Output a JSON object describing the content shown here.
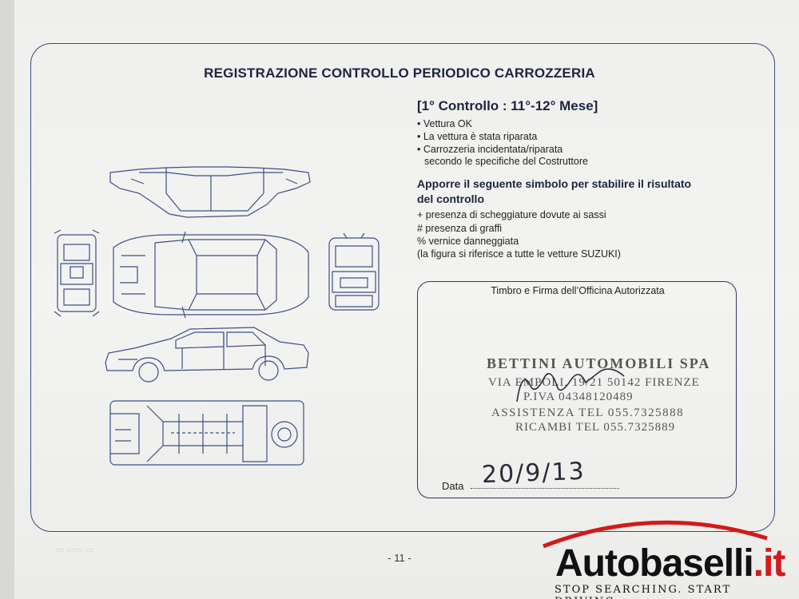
{
  "document": {
    "title": "REGISTRAZIONE CONTROLLO PERIODICO CARROZZERIA",
    "control_heading": "[1° Controllo : 11°-12° Mese]",
    "outcomes": [
      "• Vettura OK",
      "• La vettura è stata riparata",
      "• Carrozzeria incidentata/riparata",
      "secondo le specifiche del Costruttore"
    ],
    "symbols_heading_1": "Apporre il seguente simbolo per stabilire il risultato",
    "symbols_heading_2": "del controllo",
    "symbols": [
      "+ presenza di scheggiature dovute ai sassi",
      "# presenza di graffi",
      "% vernice danneggiata",
      "(la figura si riferisce a tutte le vetture SUZUKI)"
    ],
    "stamp_box": {
      "title": "Timbro e Firma dell’Officina Autorizzata",
      "stamp_lines": [
        "BETTINI AUTOMOBILI SPA",
        "VIA EMPOLI, 19/21 50142 FIRENZE",
        "P.IVA 04348120489",
        "ASSISTENZA TEL 055.7325888",
        "RICAMBI TEL 055.7325889"
      ],
      "date_label": "Data",
      "date_value": "20/9/13"
    },
    "page_number": "- 11 -"
  },
  "watermark": {
    "brand": "Autobaselli",
    "brand_suffix": ".it",
    "tagline": "STOP SEARCHING. START DRIVING."
  },
  "colors": {
    "frame": "#3c4a7a",
    "ink": "#1c2440",
    "car_lines": "#3d4f86",
    "brand_red": "#d21a1a"
  },
  "icons": [
    "car-roof-icon",
    "car-front-icon",
    "car-top-icon",
    "car-rear-icon",
    "car-side-icon",
    "car-underbody-icon"
  ]
}
